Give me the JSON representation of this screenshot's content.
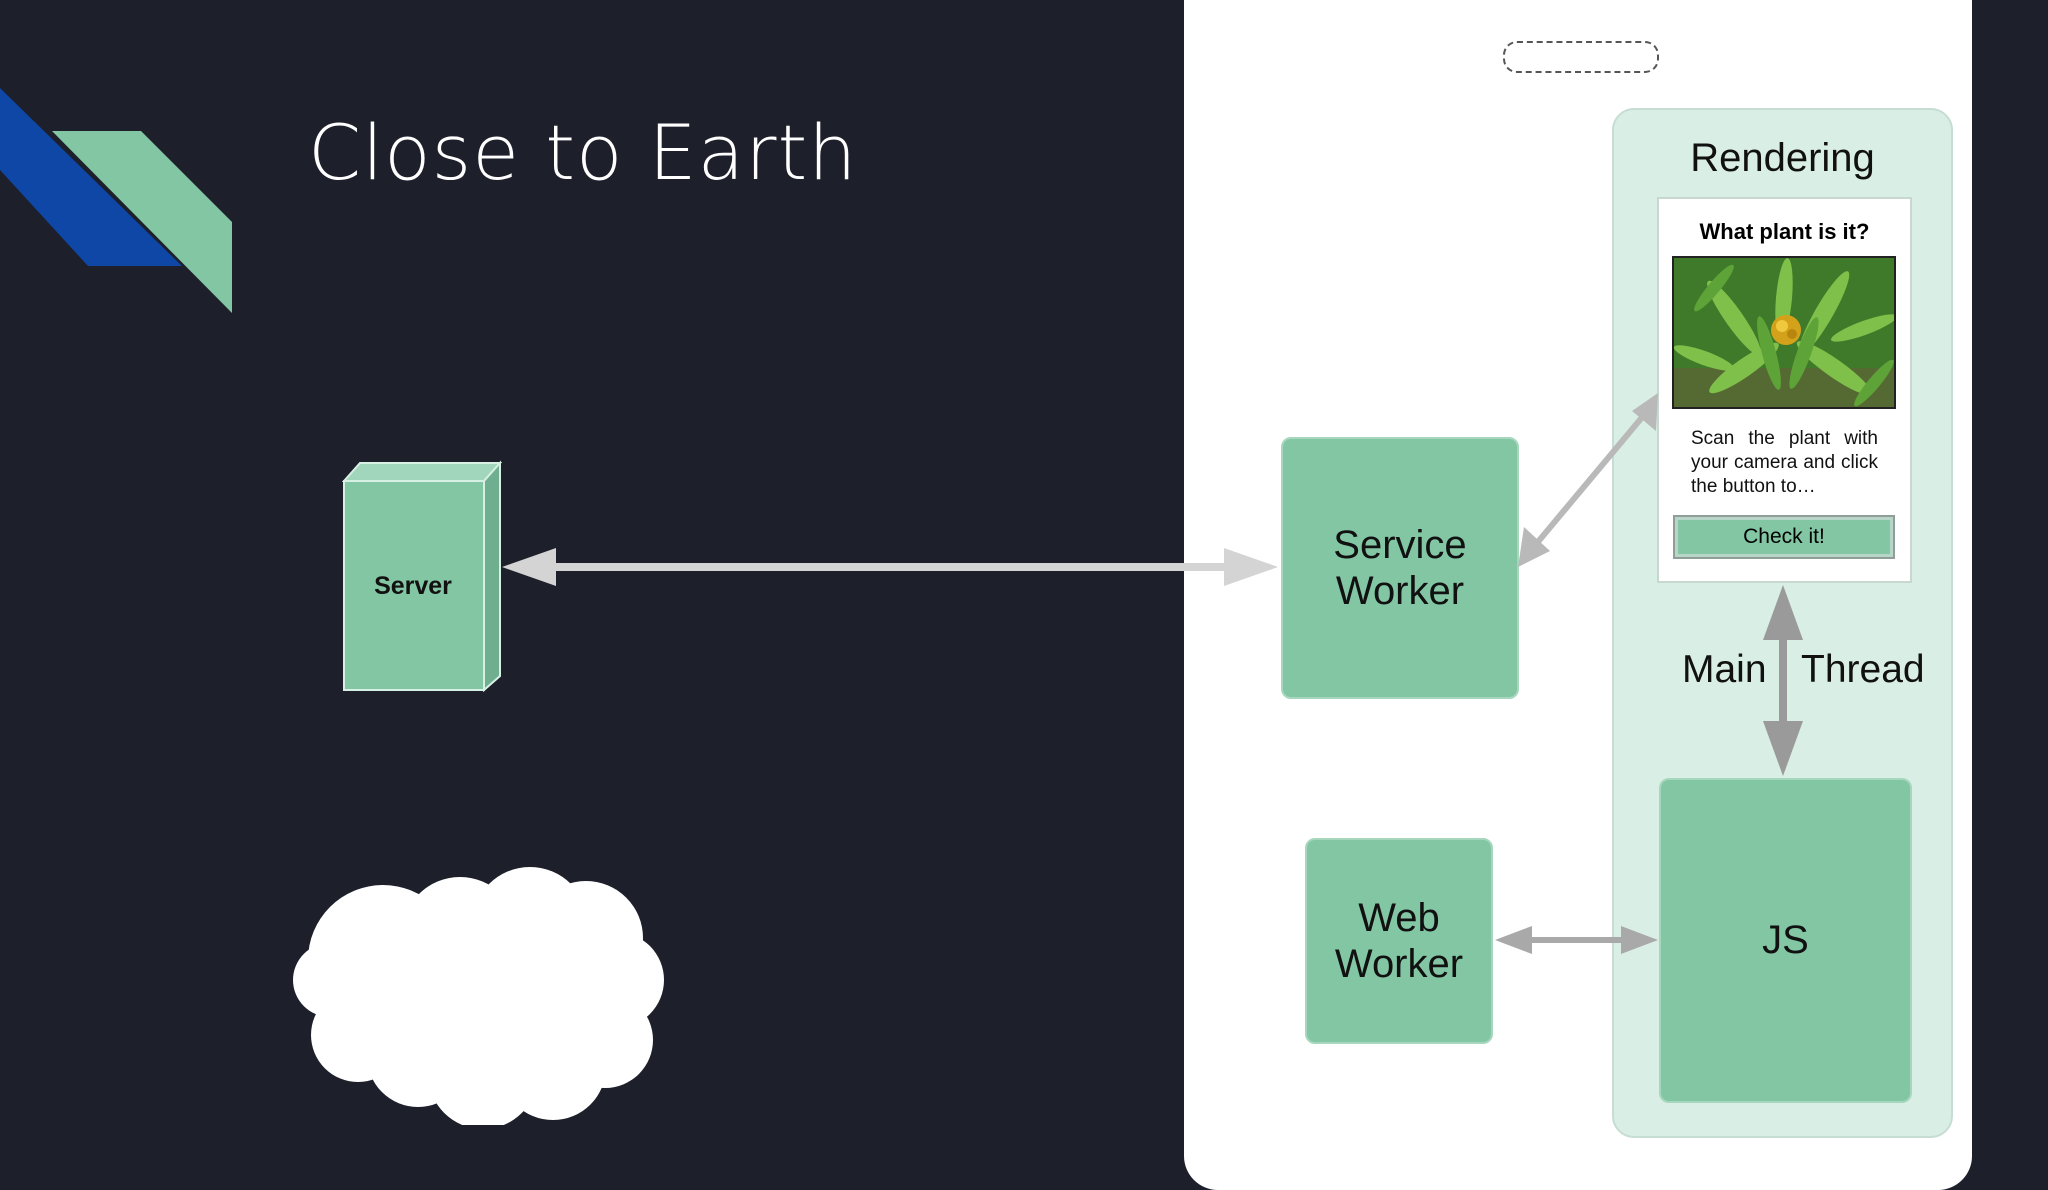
{
  "slide": {
    "title": "Close to Earth",
    "colors": {
      "background": "#1d1f2b",
      "accent_blue": "#0e47a6",
      "accent_green": "#83c6a4"
    }
  },
  "server": {
    "label": "Server"
  },
  "cloud": {
    "shape": "cloud"
  },
  "browser": {
    "rendering": {
      "title": "Rendering",
      "card": {
        "heading": "What plant is it?",
        "image": "plant-photo",
        "text": "Scan the plant with your camera and click the button to…",
        "button_label": "Check it!"
      }
    },
    "main_thread": {
      "left_label": "Main",
      "right_label": "Thread"
    },
    "service_worker": {
      "label": "Service Worker"
    },
    "web_worker": {
      "label": "Web Worker"
    },
    "js": {
      "label": "JS"
    }
  }
}
